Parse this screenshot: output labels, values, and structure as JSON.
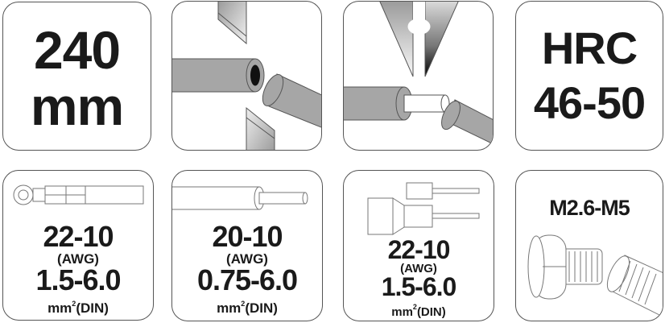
{
  "panels": {
    "length": {
      "value": "240",
      "unit": "mm"
    },
    "cutting": {
      "icon": "wire-cutting-icon"
    },
    "stripping": {
      "icon": "wire-stripping-icon"
    },
    "hardness": {
      "label": "HRC",
      "value": "46-50"
    },
    "ring_terminal": {
      "icon": "insulated-terminal-icon",
      "awg": "22-10",
      "awg_label": "(AWG)",
      "din": "1.5-6.0",
      "din_unit": "mm",
      "din_sup": "2",
      "din_label": "(DIN)"
    },
    "wire": {
      "icon": "stripped-wire-icon",
      "awg": "20-10",
      "awg_label": "(AWG)",
      "din": "0.75-6.0",
      "din_unit": "mm",
      "din_sup": "2",
      "din_label": "(DIN)"
    },
    "ferrule": {
      "icon": "wire-ferrule-icon",
      "awg": "22-10",
      "awg_label": "(AWG)",
      "din": "1.5-6.0",
      "din_unit": "mm",
      "din_sup": "2",
      "din_label": "(DIN)"
    },
    "bolt": {
      "icon": "bolt-cutter-icon",
      "range": "M2.6-M5"
    }
  },
  "colors": {
    "border": "#555555",
    "text": "#1a1a1a",
    "tube": "#a6a6a6"
  }
}
